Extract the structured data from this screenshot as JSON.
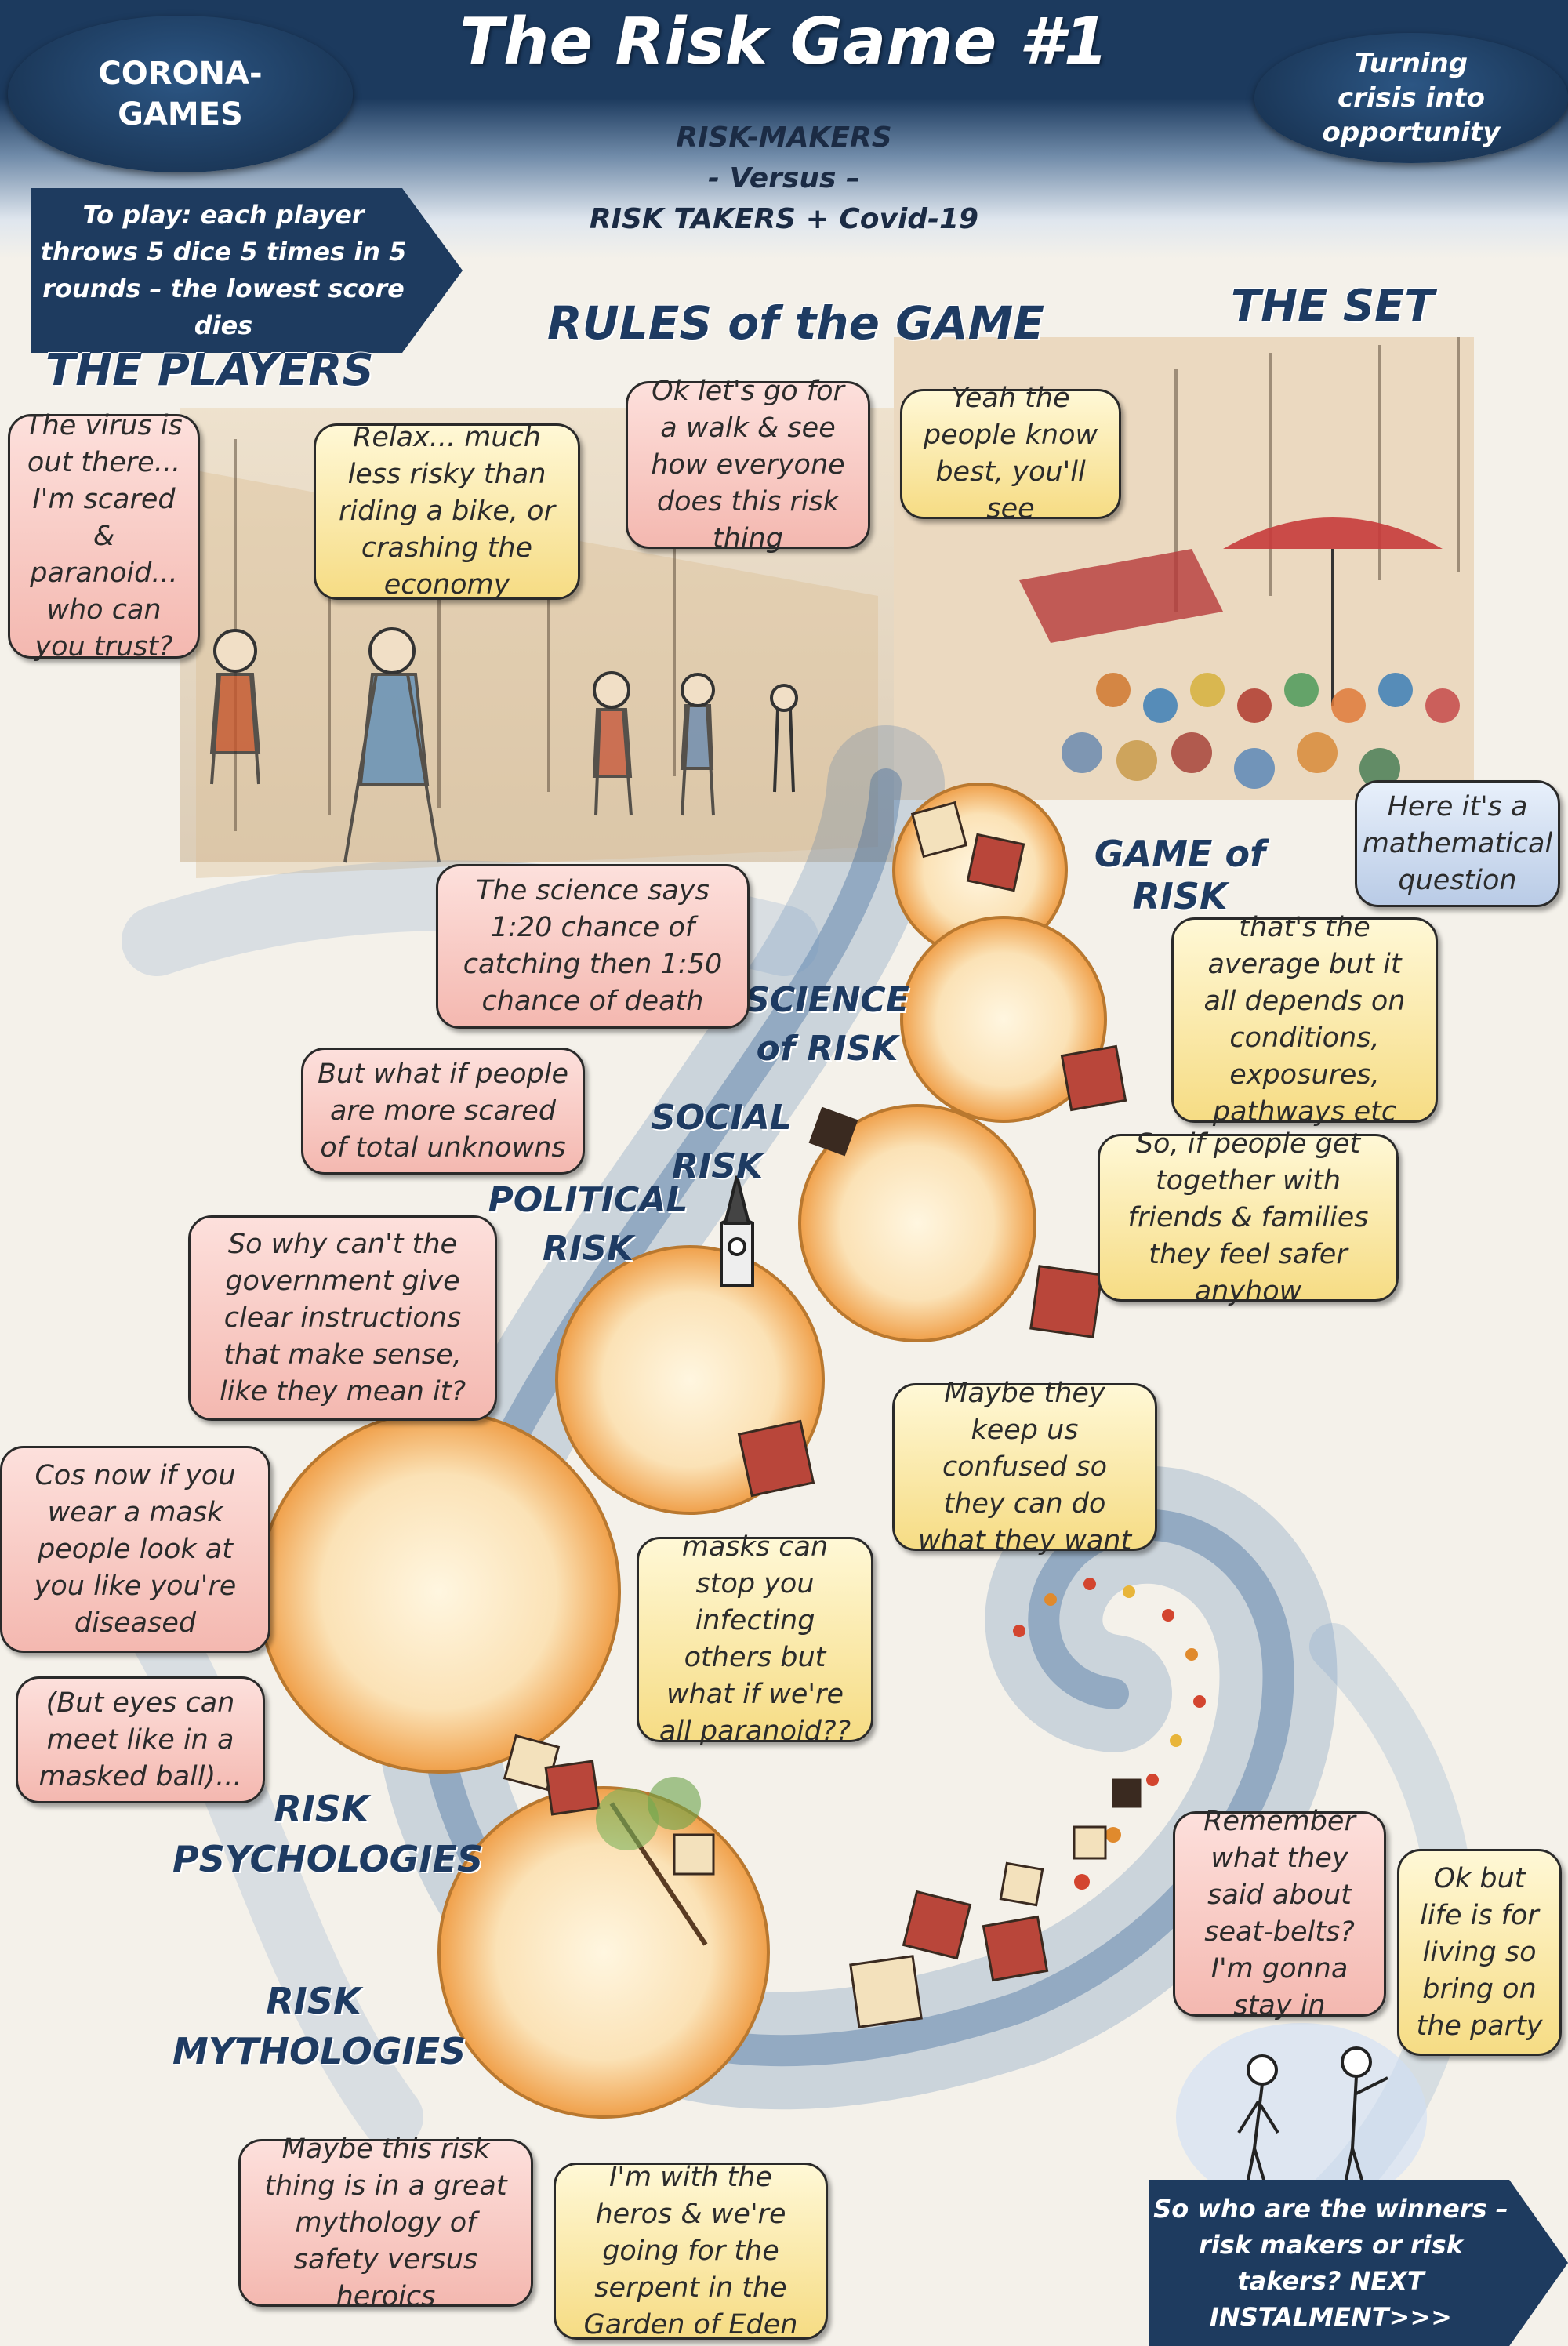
{
  "header": {
    "title": "The Risk Game #1",
    "left_badge": "CORONA-\nGAMES",
    "right_badge": "Turning crisis into opportunity",
    "subtitle_line1": "RISK-MAKERS",
    "subtitle_line2": "- Versus –",
    "subtitle_line3": "RISK TAKERS + Covid-19"
  },
  "play_arrow": "To play: each player throws 5 dice 5 times in 5 rounds – the lowest score dies",
  "next_arrow": "So who are the winners – risk makers or risk takers? NEXT INSTALMENT>>>",
  "headings": {
    "players": "THE PLAYERS",
    "rules": "RULES of the GAME",
    "set": "THE SET"
  },
  "labels": {
    "game_of_risk": "GAME of RISK",
    "science_of_risk": "SCIENCE of RISK",
    "social_risk": "SOCIAL RISK",
    "political_risk": "POLITICAL RISK",
    "risk_psychologies": "RISK PSYCHOLOGIES",
    "risk_mythologies": "RISK MYTHOLOGIES"
  },
  "bubbles": {
    "virus": "The virus is out there... I'm scared & paranoid... who can you trust?",
    "relax": "Relax... much less risky than riding a bike, or crashing the economy",
    "walk": "Ok let's go for a walk & see how everyone does this risk thing",
    "people_know": "Yeah the people know best, you'll see",
    "math": "Here it's a mathematical question",
    "science_says": "The science says 1:20 chance of catching then 1:50 chance of death",
    "average": "that's the average but it all depends on conditions, exposures, pathways etc",
    "unknowns": "But what if people are more scared of total unknowns",
    "friends": "So, if people get together with friends & families they feel safer anyhow",
    "government": "So why can't the government give clear instructions that make sense, like they mean it?",
    "confused": "Maybe they keep us confused so they can do what they want",
    "mask": "Cos now if you wear a mask people look at you like you're diseased",
    "masks_stop": "masks can stop you infecting others but what if we're all paranoid??",
    "eyes": "(But eyes can meet like in a masked ball)...",
    "seatbelts": "Remember what they said about seat-belts? I'm gonna stay in",
    "life": "Ok but life is for living so bring on the party",
    "mythology": "Maybe this risk thing is in a great mythology of safety versus heroics",
    "heros": "I'm with the heros & we're going for the serpent in the Garden of Eden"
  },
  "colors": {
    "navy": "#1c3a5e",
    "pink_bubble": "#f4b8b0",
    "yellow_bubble": "#f6dc84",
    "blue_bubble": "#b9cbe6",
    "swirl": "#3d6fa8",
    "circle_glow": "#f2a24a"
  }
}
